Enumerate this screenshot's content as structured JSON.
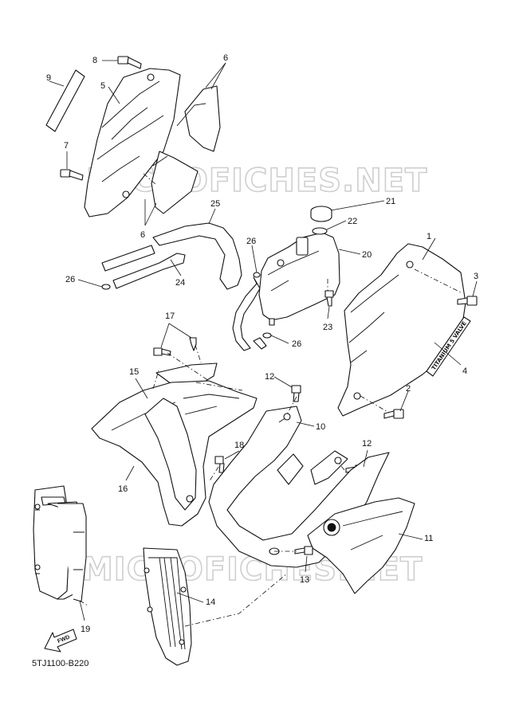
{
  "watermark": "MICROFICHES.NET",
  "diagram_code": "5TJ1100-B220",
  "fwd_label": "FWD",
  "decal_text": "TITANIUM 5 VALVE",
  "callouts": [
    "1",
    "2",
    "3",
    "4",
    "5",
    "6",
    "6",
    "7",
    "8",
    "9",
    "10",
    "11",
    "12",
    "12",
    "13",
    "14",
    "15",
    "16",
    "17",
    "18",
    "19",
    "20",
    "21",
    "22",
    "23",
    "24",
    "25",
    "26",
    "26",
    "26"
  ]
}
